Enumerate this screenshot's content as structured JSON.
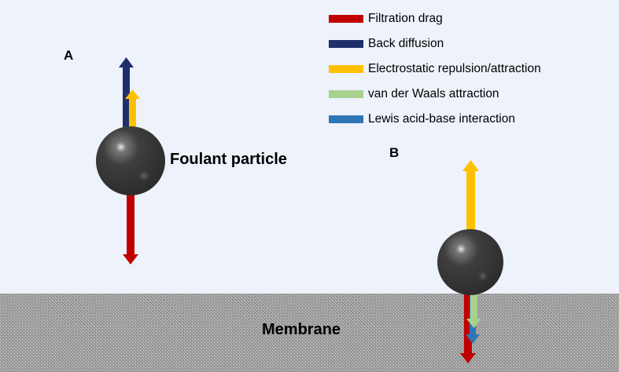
{
  "colors": {
    "background": "#eef2fb",
    "particle": "#3a3a3a",
    "filtration_drag": "#c00000",
    "back_diffusion": "#1f2f6b",
    "electrostatic": "#ffc000",
    "van_der_waals": "#a9d18e",
    "lewis_acid_base": "#2e75b6"
  },
  "legend": [
    {
      "label": "Filtration drag",
      "color": "#c00000"
    },
    {
      "label": "Back diffusion",
      "color": "#1f2f6b"
    },
    {
      "label": "Electrostatic repulsion/attraction",
      "color": "#ffc000"
    },
    {
      "label": "van der Waals attraction",
      "color": "#a9d18e"
    },
    {
      "label": "Lewis acid-base interaction",
      "color": "#2e75b6"
    }
  ],
  "panel_a": {
    "label": "A",
    "particle_label": "Foulant particle"
  },
  "panel_b": {
    "label": "B"
  },
  "membrane": {
    "label": "Membrane"
  }
}
